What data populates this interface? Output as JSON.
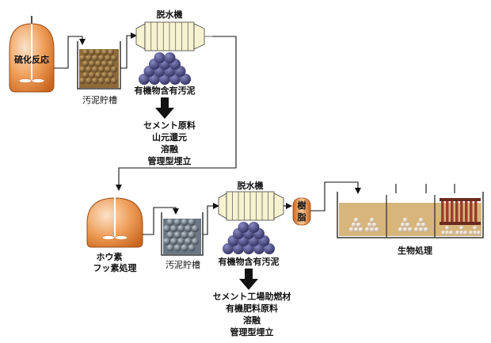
{
  "colors": {
    "tank_orange": "#e48a3e",
    "tank_orange_light": "#f6d3b0",
    "sludge_brown": "#6b4a22",
    "sludge_gray": "#4a5560",
    "cake_purple": "#3b3a6e",
    "dewater_cream": "#f7f2cf",
    "basin_fill": "#d8b57b",
    "arrow_black": "#111111"
  },
  "stage1": {
    "sulfide_reactor": "硫化反応",
    "sludge_tank": "汚泥貯槽",
    "dewatering": "脱水機",
    "cake": "有機物含有汚泥",
    "uses": [
      "セメント原料",
      "山元還元",
      "溶融",
      "管理型埋立"
    ]
  },
  "stage2": {
    "boron_fluorine": [
      "ホウ素",
      "フッ素処理"
    ],
    "sludge_tank": "汚泥貯槽",
    "dewatering": "脱水機",
    "cake": "有機物含有汚泥",
    "resin": [
      "樹",
      "脂"
    ],
    "bio": "生物処理",
    "uses": [
      "セメント工場助燃材",
      "有機肥料原料",
      "溶融",
      "管理型埋立"
    ]
  }
}
